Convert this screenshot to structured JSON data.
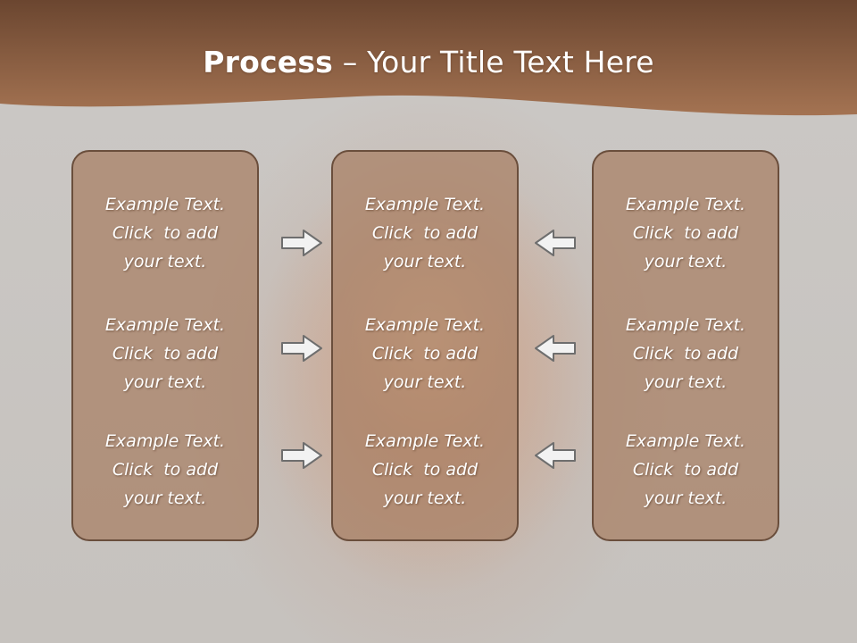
{
  "slide": {
    "title_bold": "Process",
    "title_rest": " – Your Title Text Here",
    "colors": {
      "header_brown": "#8a5a3c",
      "box_fill": "#a87e62",
      "box_border": "#6a4e3c",
      "arrow_fill": "#f2f2f2",
      "arrow_stroke": "#6e6e6e"
    },
    "columns": [
      {
        "name": "left",
        "paragraphs": [
          [
            "Example Text.",
            "Click  to add",
            "your text."
          ],
          [
            "Example Text.",
            "Click  to add",
            "your text."
          ],
          [
            "Example Text.",
            "Click  to add",
            "your text."
          ]
        ]
      },
      {
        "name": "center",
        "paragraphs": [
          [
            "Example Text.",
            "Click  to add",
            "your text."
          ],
          [
            "Example Text.",
            "Click  to add",
            "your text."
          ],
          [
            "Example Text.",
            "Click  to add",
            "your text."
          ]
        ]
      },
      {
        "name": "right",
        "paragraphs": [
          [
            "Example Text.",
            "Click  to add",
            "your text."
          ],
          [
            "Example Text.",
            "Click  to add",
            "your text."
          ],
          [
            "Example Text.",
            "Click  to add",
            "your text."
          ]
        ]
      }
    ],
    "arrows": {
      "left_side": [
        "arrow-right-icon",
        "arrow-right-icon",
        "arrow-right-icon"
      ],
      "right_side": [
        "arrow-left-icon",
        "arrow-left-icon",
        "arrow-left-icon"
      ]
    }
  }
}
